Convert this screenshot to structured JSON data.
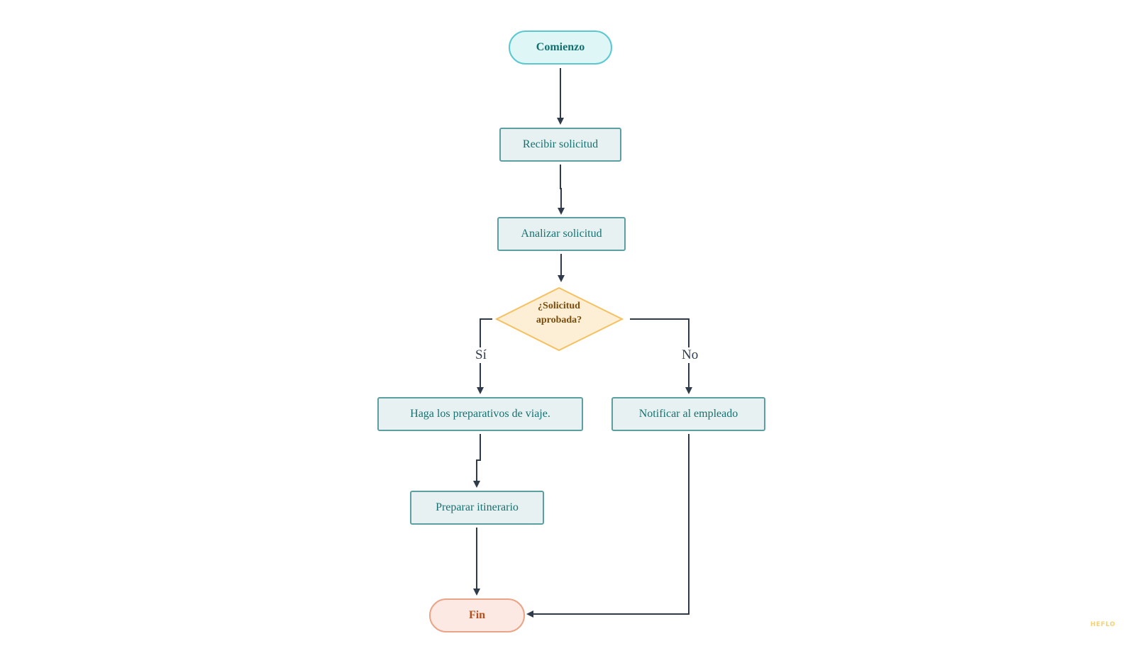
{
  "diagram": {
    "start": "Comienzo",
    "receive": "Recibir solicitud",
    "analyze": "Analizar solicitud",
    "decision_line1": "¿Solicitud",
    "decision_line2": "aprobada?",
    "yes_label": "Sí",
    "no_label": "No",
    "travel_prep": "Haga los preparativos de viaje.",
    "notify": "Notificar al empleado",
    "itinerary": "Preparar itinerario",
    "end": "Fin"
  },
  "watermark": "HEFLO",
  "colors": {
    "connector": "#2f3b4a",
    "process_fill": "#e7f1f2",
    "process_border": "#5c9fa1",
    "process_text": "#17706f",
    "start_fill": "#dff6f7",
    "start_border": "#5bc8cf",
    "end_fill": "#fde9e3",
    "end_border": "#eaa487",
    "end_text": "#b4501f",
    "decision_fill": "#fdefd5",
    "decision_border": "#f5c060",
    "decision_text": "#7a4d0c"
  }
}
